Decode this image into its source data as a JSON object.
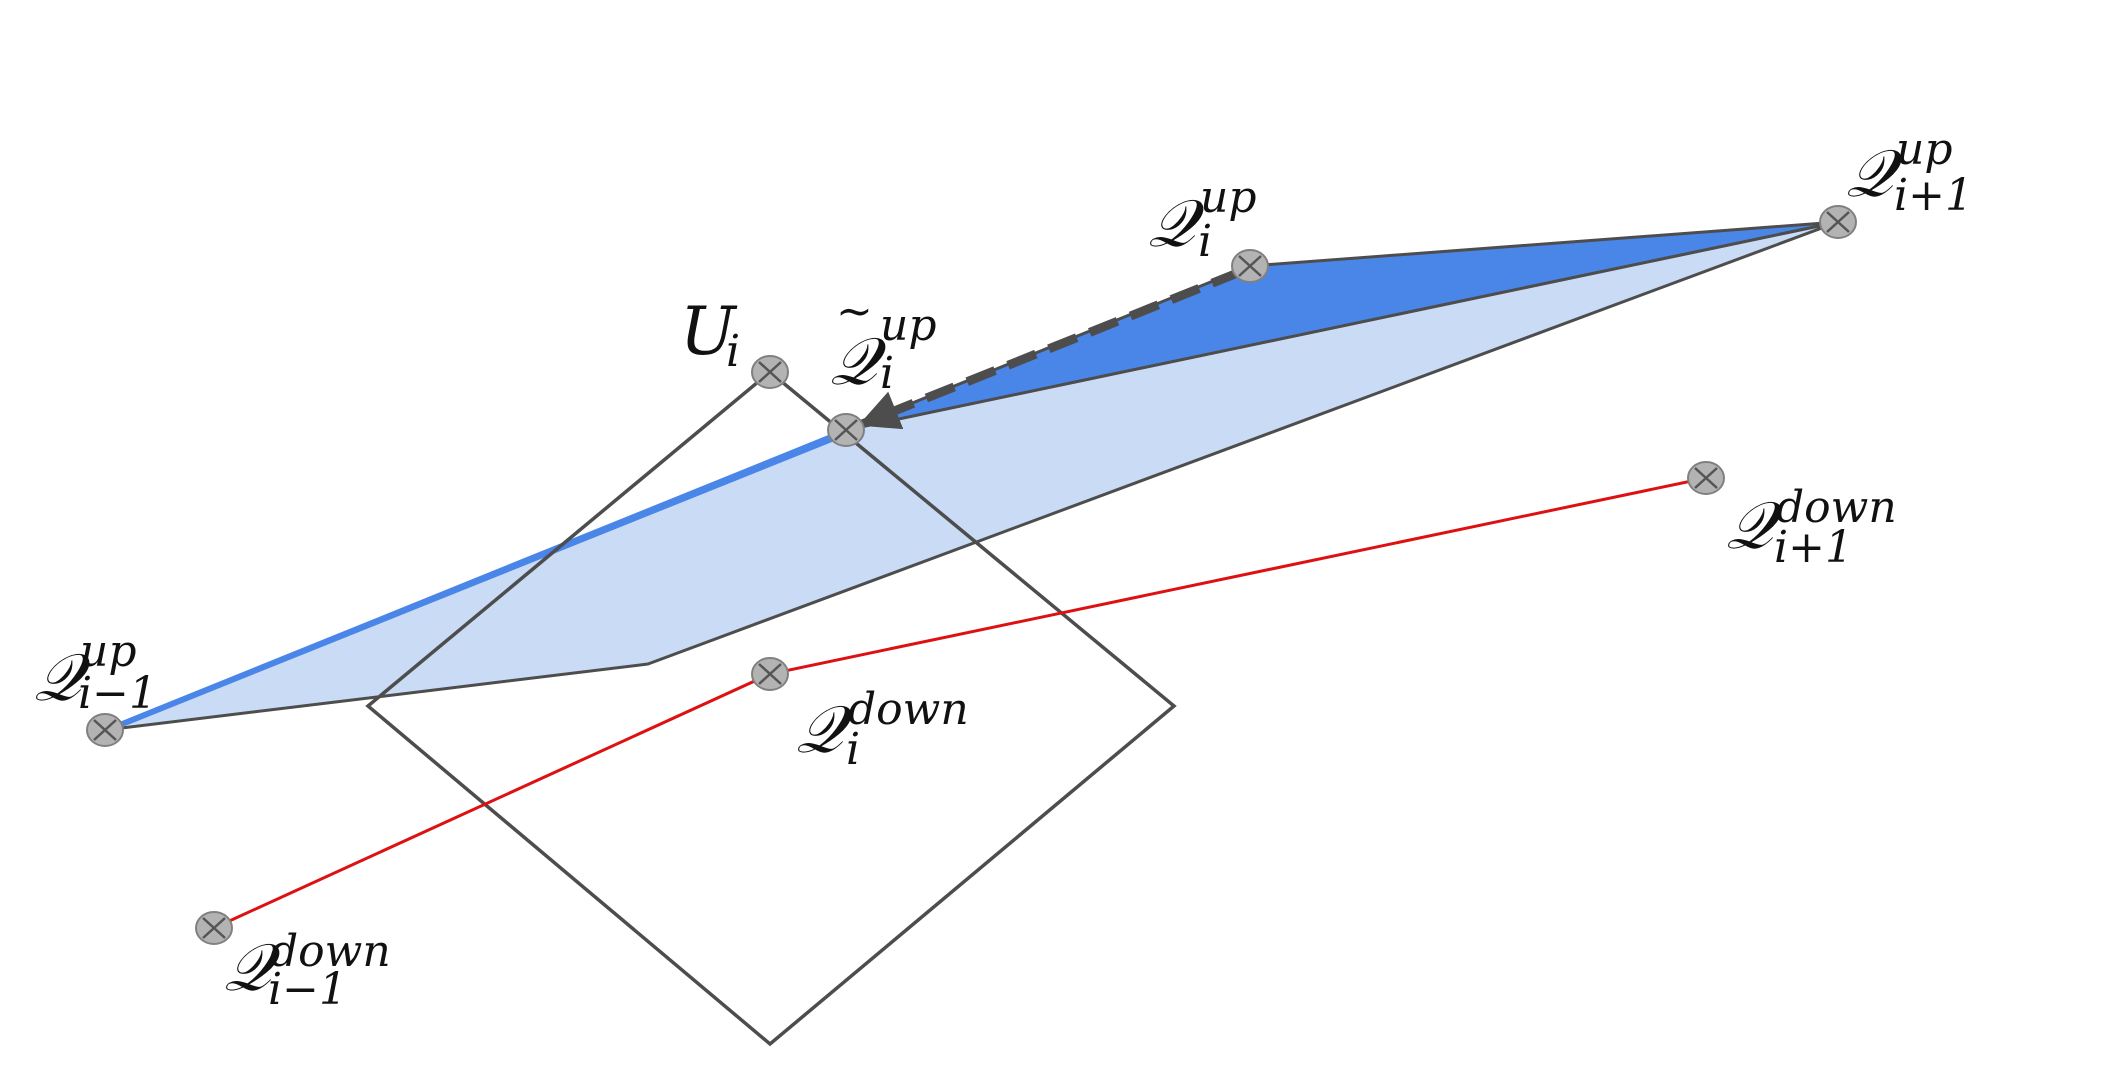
{
  "colors": {
    "dark_blue": "#4a86e8",
    "light_blue": "#c9dbf5",
    "outline": "#4d4d4d",
    "red": "#dd1111",
    "node_fill": "#b3b3b3"
  },
  "labels": {
    "q_up_prev": {
      "main": "𝒬",
      "sup": "up",
      "sub": "i−1"
    },
    "q_up_i": {
      "main": "𝒬",
      "sup": "up",
      "sub": "i"
    },
    "q_up_next": {
      "main": "𝒬",
      "sup": "up",
      "sub": "i+1"
    },
    "q_tilde_up_i": {
      "main": "𝒬",
      "tilde": "~",
      "sup": "up",
      "sub": "i"
    },
    "u_i": {
      "main": "U",
      "sub": "i"
    },
    "q_down_prev": {
      "main": "𝒬",
      "sup": "down",
      "sub": "i−1"
    },
    "q_down_i": {
      "main": "𝒬",
      "sup": "down",
      "sub": "i"
    },
    "q_down_next": {
      "main": "𝒬",
      "sup": "down",
      "sub": "i+1"
    }
  }
}
